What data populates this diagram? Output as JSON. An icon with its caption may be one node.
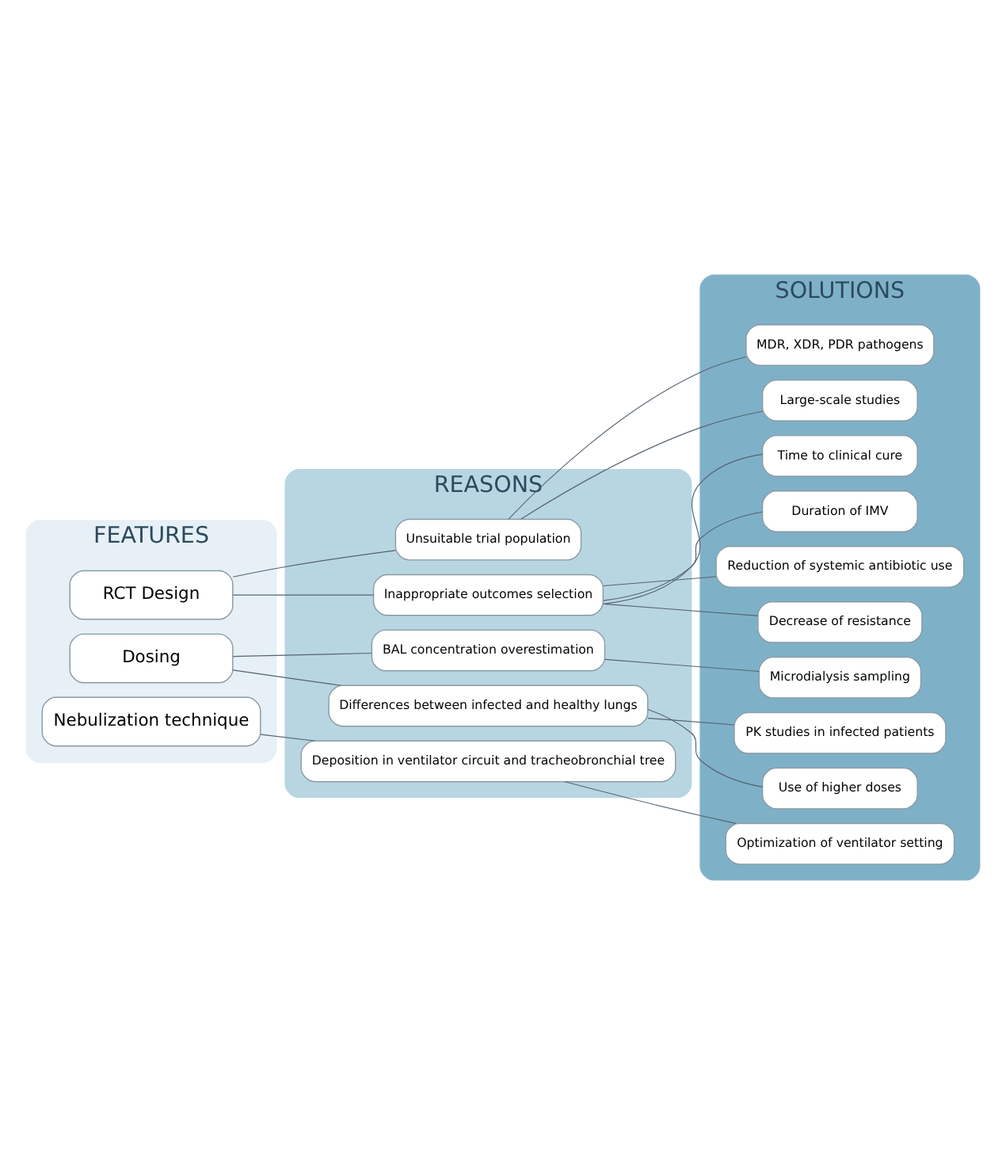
{
  "diagram": {
    "nodes": [
      {
        "text": [
          "FEATURES"
        ]
      },
      {
        "text": [
          "REASONS"
        ]
      },
      {
        "text": [
          "SOLUTIONS"
        ]
      },
      {
        "text": [
          "RCT Design"
        ],
        "in": 0
      },
      {
        "text": [
          "Dosing"
        ],
        "in": 0
      },
      {
        "text": [
          "Nebulization technique"
        ],
        "in": 0
      },
      {
        "text": [
          "Unsuitable trial population"
        ],
        "in": 1
      },
      {
        "text": [
          "Inappropriate outcomes selection"
        ],
        "in": 1
      },
      {
        "text": [
          "BAL concentration overestimation"
        ],
        "in": 1
      },
      {
        "text": [
          "Differences between infected and healthy lungs"
        ],
        "in": 1
      },
      {
        "text": [
          "Deposition in ventilator circuit and tracheobronchial tree"
        ],
        "in": 1
      },
      {
        "text": [
          "MDR, XDR, PDR pathogens"
        ],
        "in": 2
      },
      {
        "text": [
          "Large-scale studies"
        ],
        "in": 2
      },
      {
        "text": [
          "Time to clinical cure"
        ],
        "in": 2
      },
      {
        "text": [
          "Duration of IMV"
        ],
        "in": 2
      },
      {
        "text": [
          "Reduction of systemic antibiotic use"
        ],
        "in": 2
      },
      {
        "text": [
          "Decrease of resistance"
        ],
        "in": 2
      },
      {
        "text": [
          "Microdialysis sampling"
        ],
        "in": 2
      },
      {
        "text": [
          "PK studies in infected patients"
        ],
        "in": 2
      },
      {
        "text": [
          "Use of higher doses"
        ],
        "in": 2
      },
      {
        "text": [
          "Optimization of ventilator setting"
        ],
        "in": 2
      }
    ],
    "edges": [
      {
        "from": 3,
        "to": 6,
        "arrow": "none"
      },
      {
        "from": 3,
        "to": 7,
        "arrow": "none"
      },
      {
        "from": 4,
        "to": 8,
        "arrow": "none"
      },
      {
        "from": 4,
        "to": 9,
        "arrow": "none"
      },
      {
        "from": 5,
        "to": 10,
        "arrow": "none"
      },
      {
        "from": 6,
        "to": 11,
        "arrow": "none"
      },
      {
        "from": 6,
        "to": 12,
        "arrow": "none"
      },
      {
        "from": 7,
        "to": 13,
        "arrow": "none"
      },
      {
        "from": 7,
        "to": 14,
        "arrow": "none"
      },
      {
        "from": 7,
        "to": 15,
        "arrow": "none"
      },
      {
        "from": 7,
        "to": 16,
        "arrow": "none"
      },
      {
        "from": 8,
        "to": 17,
        "arrow": "none"
      },
      {
        "from": 9,
        "to": 18,
        "arrow": "none"
      },
      {
        "from": 9,
        "to": 19,
        "arrow": "none"
      },
      {
        "from": 10,
        "to": 20,
        "arrow": "none"
      }
    ]
  }
}
